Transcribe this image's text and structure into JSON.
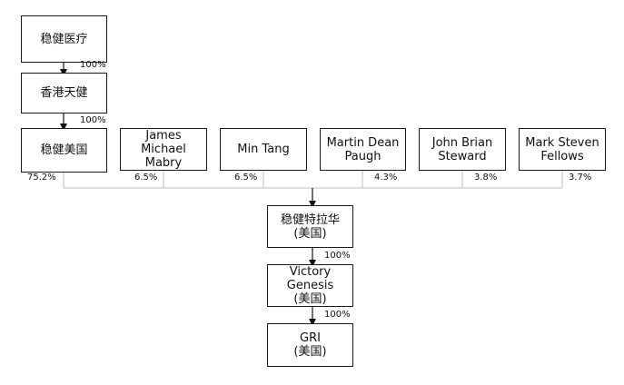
{
  "nodes": {
    "wenjian_medical": "稳健医疗",
    "hk_tianjian": "香港天健",
    "wenjian_us": "稳健美国",
    "james": "James\nMichael\nMabry",
    "min_tang": "Min Tang",
    "martin": "Martin Dean\nPaugh",
    "john": "John Brian\nSteward",
    "mark": "Mark Steven\nFellows",
    "wenjian_telahua": "稳健特拉华\n(美国)",
    "victory": "Victory\nGenesis\n(美国)",
    "gri": "GRI\n(美国)"
  },
  "percentages": {
    "medical_to_hk": "100%",
    "hk_to_us": "100%",
    "wenjian_us": "75.2%",
    "james": "6.5%",
    "min_tang": "6.5%",
    "martin": "4.3%",
    "john": "3.8%",
    "mark": "3.7%",
    "telahua_to_victory": "100%",
    "victory_to_gri": "100%"
  },
  "colors": {
    "box_border": "#1a1a1a",
    "connector": "#bdbdbd",
    "arrow": "#111111"
  }
}
